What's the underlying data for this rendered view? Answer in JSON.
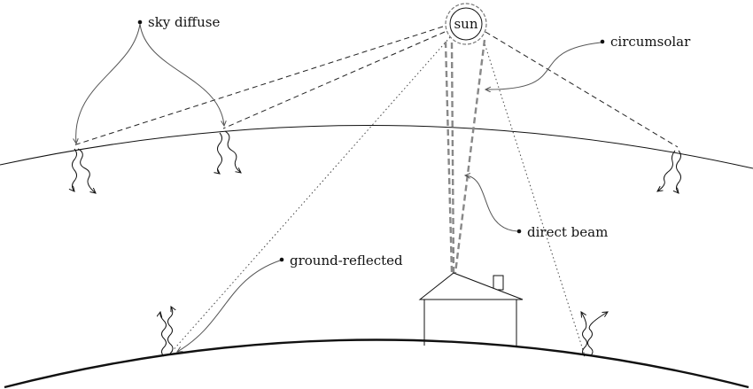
{
  "labels": {
    "sun": "sun",
    "sky_diffuse": "sky diffuse",
    "circumsolar": "circumsolar",
    "direct_beam": "direct beam",
    "ground_reflected": "ground-reflected"
  },
  "colors": {
    "ink": "#111111",
    "arrow": "#666666",
    "beam": "#888888"
  }
}
